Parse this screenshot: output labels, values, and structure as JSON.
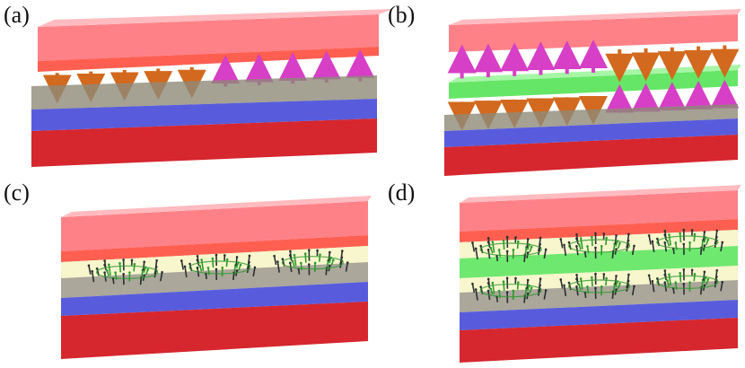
{
  "panels": [
    {
      "id": "a",
      "label": "(a)"
    },
    {
      "id": "b",
      "label": "(b)"
    },
    {
      "id": "c",
      "label": "(c)"
    },
    {
      "id": "d",
      "label": "(d)"
    }
  ],
  "colors": {
    "top_slab_red": "#ff5f6a",
    "bottom_slab_red": "#d2141c",
    "blue_layer": "#3b3fd6",
    "grey_interface": "#7a7466",
    "green_layer": "#40e040",
    "yellow_spacer": "#f5f3c4",
    "arrow_down_orange": "#d2691e",
    "arrow_up_magenta": "#d63fc6",
    "spin_texture_green": "#2f9a2f",
    "spin_texture_dark": "#2b2f33"
  },
  "arrows": {
    "a": {
      "down_count": 5,
      "up_count": 5
    },
    "b_upper": {
      "up_count": 6,
      "down_count": 5
    },
    "b_lower": {
      "down_count": 6,
      "up_count": 5
    }
  },
  "skyrmion_clusters": {
    "c": 3,
    "d_upper": 3,
    "d_lower": 3
  }
}
